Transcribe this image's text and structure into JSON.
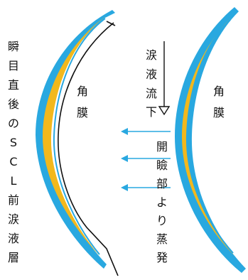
{
  "left_panel": {
    "side_label_chars": [
      "瞬",
      "目",
      "直",
      "後",
      "の",
      "S",
      "C",
      "L",
      "前",
      "涙",
      "液",
      "層"
    ],
    "cornea_label_chars": [
      "角",
      "膜"
    ]
  },
  "right_panel": {
    "tear_flow_chars": [
      "涙",
      "液",
      "流",
      "下"
    ],
    "cornea_label_chars": [
      "角",
      "膜"
    ],
    "evaporation_chars": [
      "開",
      "瞼",
      "部",
      "よ",
      "り",
      "蒸",
      "発"
    ]
  },
  "colors": {
    "tear_layer_blue": "#29a8e0",
    "lens_yellow": "#f2b81c",
    "outline_black": "#111111",
    "arrow_blue": "#29a8e0"
  }
}
